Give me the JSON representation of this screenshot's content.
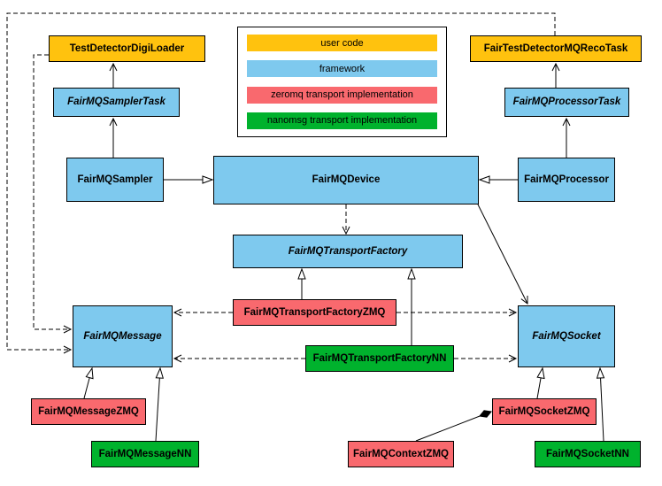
{
  "diagram": {
    "legend": {
      "items": [
        {
          "label": "user code",
          "color": "#FFC20E"
        },
        {
          "label": "framework",
          "color": "#7EC9EE"
        },
        {
          "label": "zeromq transport implementation",
          "color": "#F9696E"
        },
        {
          "label": "nanomsg transport implementation",
          "color": "#00B22D"
        }
      ]
    },
    "nodes": {
      "digiLoader": {
        "label": "TestDetectorDigiLoader",
        "category": "user code",
        "color": "#FFC20E",
        "abstract": false
      },
      "recoTask": {
        "label": "FairTestDetectorMQRecoTask",
        "category": "user code",
        "color": "#FFC20E",
        "abstract": false
      },
      "samplerTask": {
        "label": "FairMQSamplerTask",
        "category": "framework",
        "color": "#7EC9EE",
        "abstract": true
      },
      "processorTask": {
        "label": "FairMQProcessorTask",
        "category": "framework",
        "color": "#7EC9EE",
        "abstract": true
      },
      "sampler": {
        "label": "FairMQSampler",
        "category": "framework",
        "color": "#7EC9EE",
        "abstract": false
      },
      "device": {
        "label": "FairMQDevice",
        "category": "framework",
        "color": "#7EC9EE",
        "abstract": false
      },
      "processor": {
        "label": "FairMQProcessor",
        "category": "framework",
        "color": "#7EC9EE",
        "abstract": false
      },
      "transportFactory": {
        "label": "FairMQTransportFactory",
        "category": "framework",
        "color": "#7EC9EE",
        "abstract": true
      },
      "transportFactoryZMQ": {
        "label": "FairMQTransportFactoryZMQ",
        "category": "zeromq",
        "color": "#F9696E",
        "abstract": false
      },
      "transportFactoryNN": {
        "label": "FairMQTransportFactoryNN",
        "category": "nanomsg",
        "color": "#00B22D",
        "abstract": false
      },
      "message": {
        "label": "FairMQMessage",
        "category": "framework",
        "color": "#7EC9EE",
        "abstract": true
      },
      "socket": {
        "label": "FairMQSocket",
        "category": "framework",
        "color": "#7EC9EE",
        "abstract": true
      },
      "messageZMQ": {
        "label": "FairMQMessageZMQ",
        "category": "zeromq",
        "color": "#F9696E",
        "abstract": false
      },
      "messageNN": {
        "label": "FairMQMessageNN",
        "category": "nanomsg",
        "color": "#00B22D",
        "abstract": false
      },
      "socketZMQ": {
        "label": "FairMQSocketZMQ",
        "category": "zeromq",
        "color": "#F9696E",
        "abstract": false
      },
      "contextZMQ": {
        "label": "FairMQContextZMQ",
        "category": "zeromq",
        "color": "#F9696E",
        "abstract": false
      },
      "socketNN": {
        "label": "FairMQSocketNN",
        "category": "nanomsg",
        "color": "#00B22D",
        "abstract": false
      }
    },
    "edges": [
      {
        "from": "FairMQSamplerTask",
        "to": "TestDetectorDigiLoader",
        "style": "solid",
        "arrow": "open"
      },
      {
        "from": "FairMQSampler",
        "to": "FairMQSamplerTask",
        "style": "solid",
        "arrow": "open"
      },
      {
        "from": "FairMQProcessorTask",
        "to": "FairTestDetectorMQRecoTask",
        "style": "solid",
        "arrow": "open"
      },
      {
        "from": "FairMQProcessor",
        "to": "FairMQProcessorTask",
        "style": "solid",
        "arrow": "open"
      },
      {
        "from": "FairMQSampler",
        "to": "FairMQDevice",
        "style": "solid",
        "arrow": "hollow-triangle"
      },
      {
        "from": "FairMQProcessor",
        "to": "FairMQDevice",
        "style": "solid",
        "arrow": "hollow-triangle"
      },
      {
        "from": "FairMQDevice",
        "to": "FairMQTransportFactory",
        "style": "dashed",
        "arrow": "open"
      },
      {
        "from": "FairMQDevice",
        "to": "FairMQSocket",
        "style": "solid",
        "arrow": "open"
      },
      {
        "from": "FairMQTransportFactoryZMQ",
        "to": "FairMQTransportFactory",
        "style": "solid",
        "arrow": "hollow-triangle"
      },
      {
        "from": "FairMQTransportFactoryNN",
        "to": "FairMQTransportFactory",
        "style": "solid",
        "arrow": "hollow-triangle"
      },
      {
        "from": "FairMQTransportFactoryZMQ",
        "to": "FairMQMessage",
        "style": "dashed",
        "arrow": "open"
      },
      {
        "from": "FairMQTransportFactoryZMQ",
        "to": "FairMQSocket",
        "style": "dashed",
        "arrow": "open"
      },
      {
        "from": "FairMQTransportFactoryNN",
        "to": "FairMQMessage",
        "style": "dashed",
        "arrow": "open"
      },
      {
        "from": "FairMQTransportFactoryNN",
        "to": "FairMQSocket",
        "style": "dashed",
        "arrow": "open"
      },
      {
        "from": "TestDetectorDigiLoader",
        "to": "FairMQMessage",
        "style": "dashed",
        "arrow": "open"
      },
      {
        "from": "FairTestDetectorMQRecoTask",
        "to": "FairMQMessage",
        "style": "dashed",
        "arrow": "open"
      },
      {
        "from": "FairMQMessageZMQ",
        "to": "FairMQMessage",
        "style": "solid",
        "arrow": "hollow-triangle"
      },
      {
        "from": "FairMQMessageNN",
        "to": "FairMQMessage",
        "style": "solid",
        "arrow": "hollow-triangle"
      },
      {
        "from": "FairMQSocketZMQ",
        "to": "FairMQSocket",
        "style": "solid",
        "arrow": "hollow-triangle"
      },
      {
        "from": "FairMQSocketNN",
        "to": "FairMQSocket",
        "style": "solid",
        "arrow": "hollow-triangle"
      },
      {
        "from": "FairMQContextZMQ",
        "to": "FairMQSocketZMQ",
        "style": "solid",
        "arrow": "filled-diamond"
      }
    ]
  }
}
